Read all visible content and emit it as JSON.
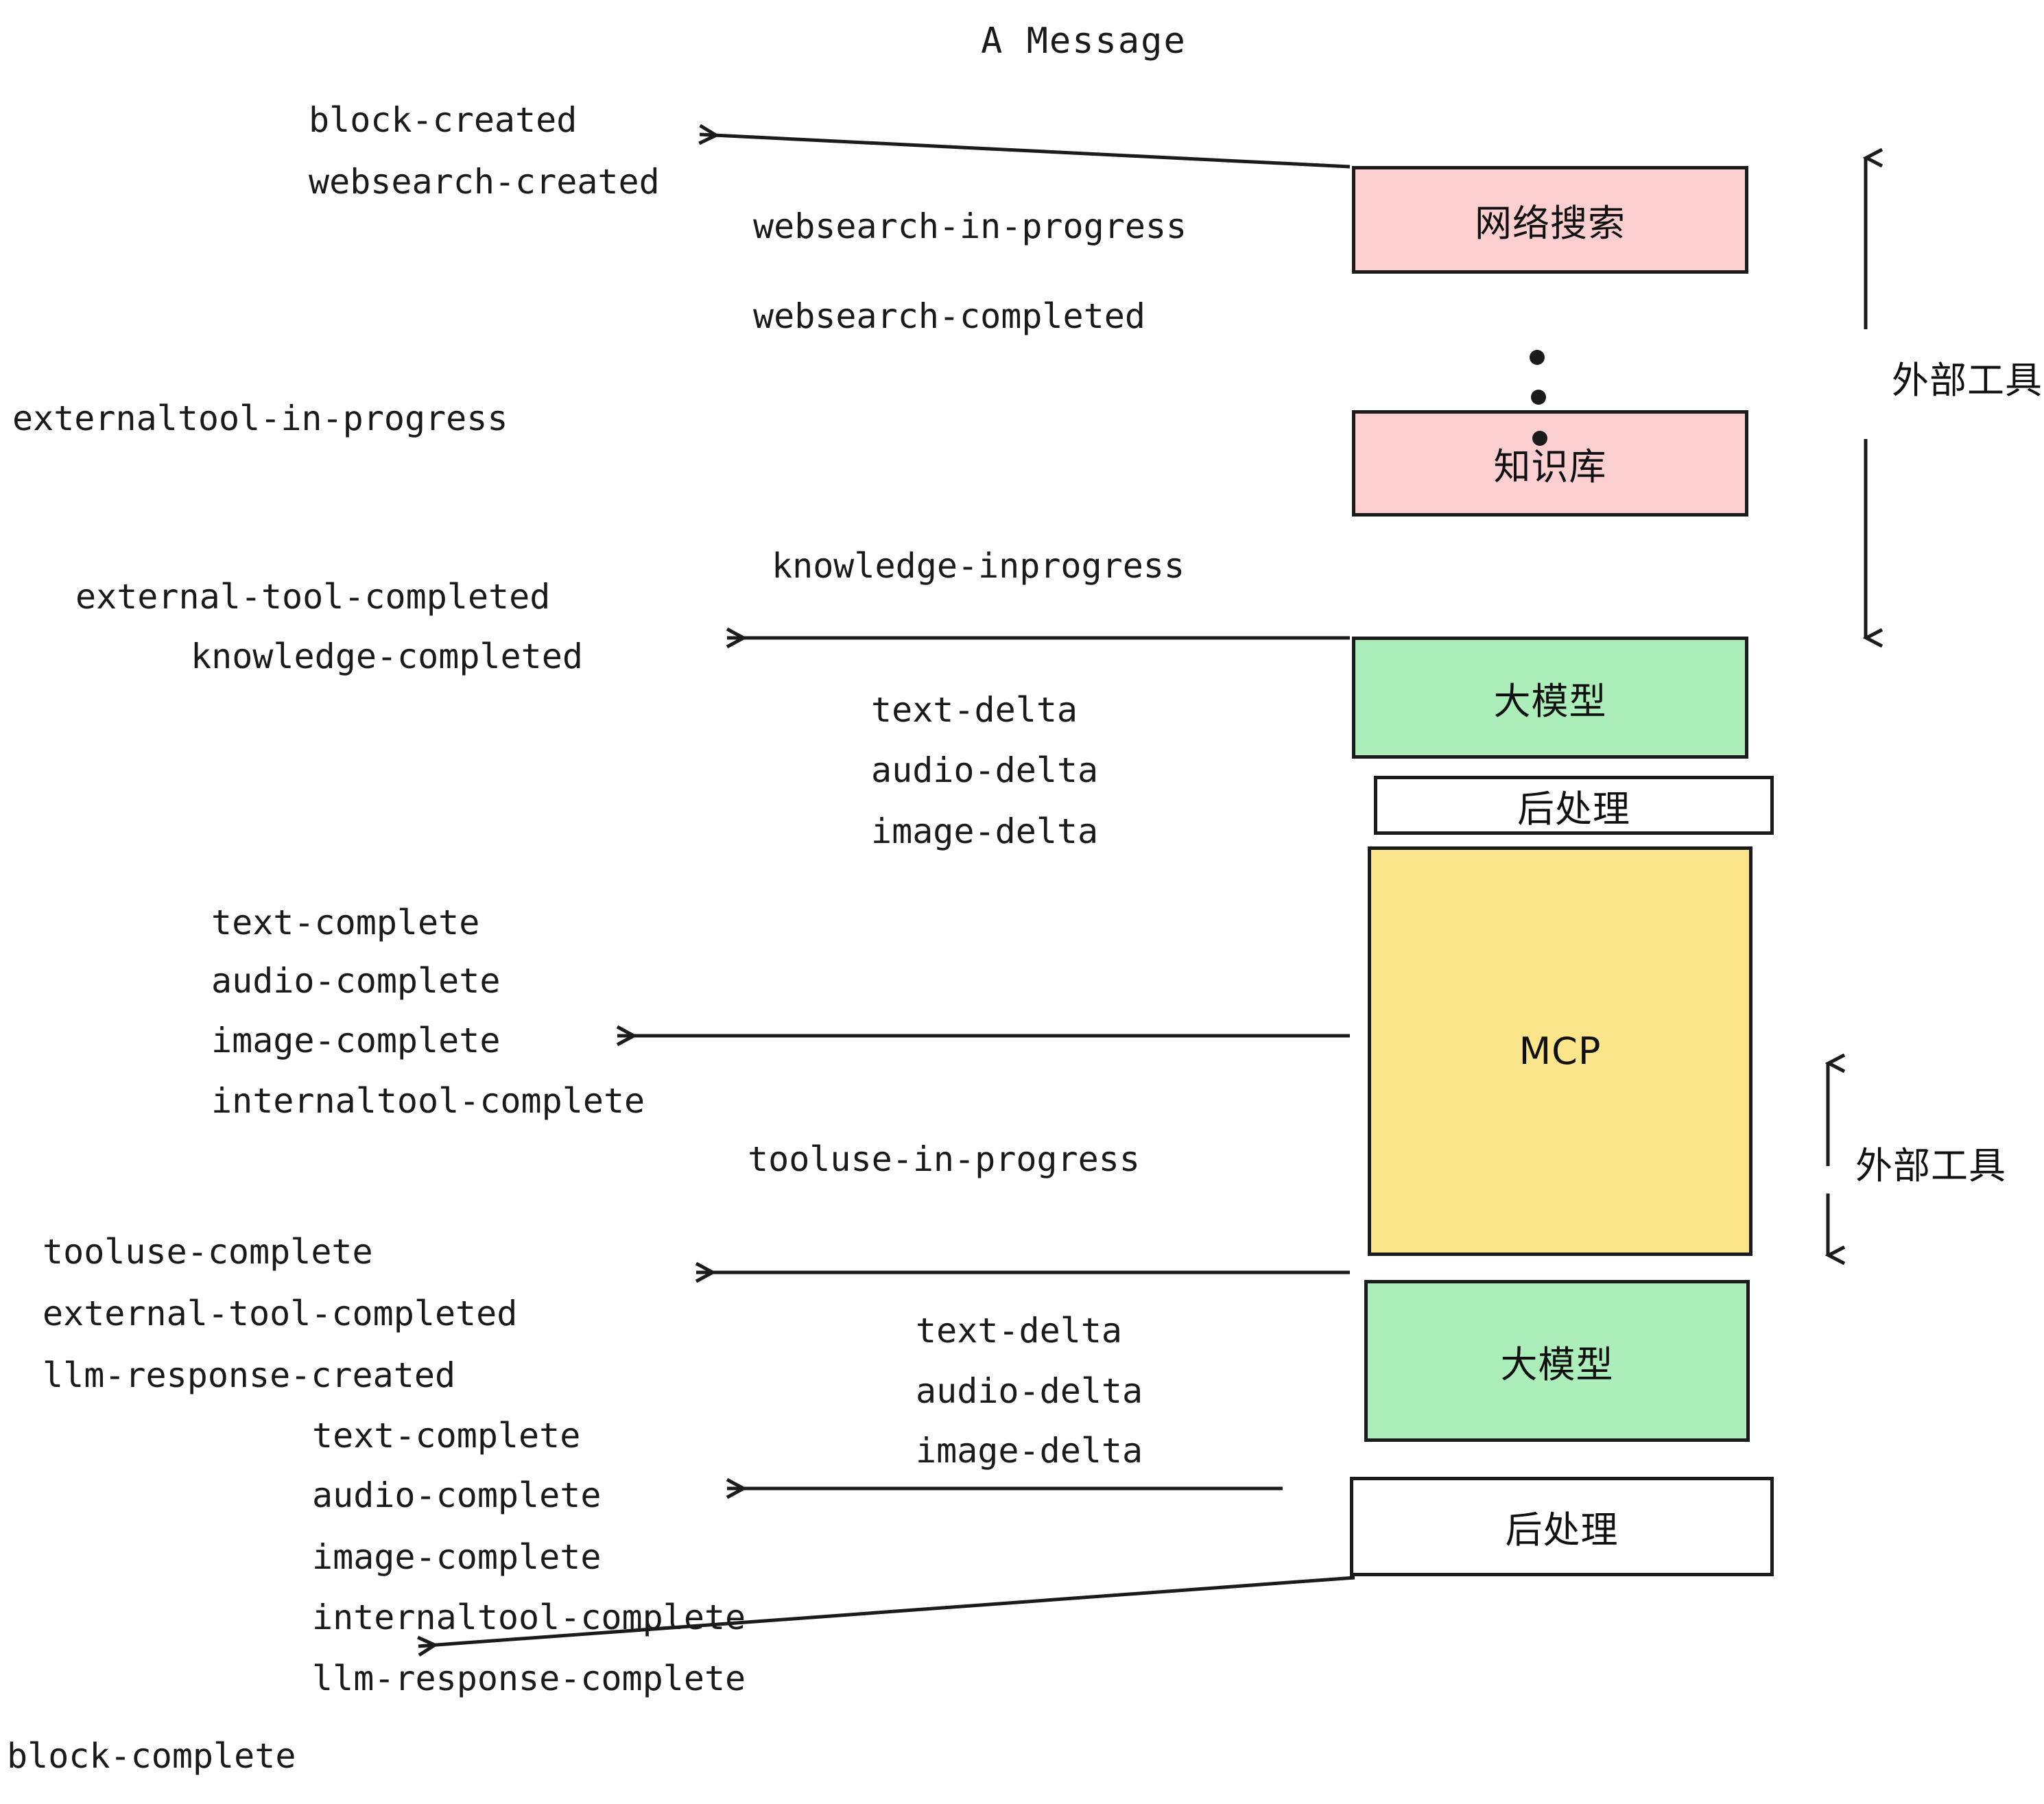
{
  "title": "A Message",
  "boxes": [
    {
      "label": "网络搜索",
      "color": "pink"
    },
    {
      "label": "知识库",
      "color": "pink"
    },
    {
      "label": "大模型",
      "color": "green"
    },
    {
      "label": "后处理",
      "color": "white"
    },
    {
      "label": "MCP",
      "color": "yellow"
    },
    {
      "label": "大模型",
      "color": "green"
    },
    {
      "label": "后处理",
      "color": "white"
    }
  ],
  "side_labels": {
    "external_tool_top": "外部工具",
    "external_tool_bottom": "外部工具"
  },
  "events": {
    "block_created": "block-created",
    "websearch_created": "websearch-created",
    "websearch_in_progress": "websearch-in-progress",
    "websearch_completed": "websearch-completed",
    "externaltool_in_progress": "externaltool-in-progress",
    "knowledge_inprogress": "knowledge-inprogress",
    "external_tool_completed_1": "external-tool-completed",
    "knowledge_completed": "knowledge-completed",
    "text_delta_1": "text-delta",
    "audio_delta_1": "audio-delta",
    "image_delta_1": "image-delta",
    "text_complete_1": "text-complete",
    "audio_complete_1": "audio-complete",
    "image_complete_1": "image-complete",
    "internaltool_complete_1": "internaltool-complete",
    "tooluse_in_progress": "tooluse-in-progress",
    "tooluse_complete": "tooluse-complete",
    "external_tool_completed_2": "external-tool-completed",
    "llm_response_created": "llm-response-created",
    "text_delta_2": "text-delta",
    "audio_delta_2": "audio-delta",
    "image_delta_2": "image-delta",
    "text_complete_2": "text-complete",
    "audio_complete_2": "audio-complete",
    "image_complete_2": "image-complete",
    "internaltool_complete_2": "internaltool-complete",
    "llm_response_complete": "llm-response-complete",
    "block_complete": "block-complete"
  },
  "colors": {
    "pink": "#fbcfcf",
    "green": "#abeeb9",
    "yellow": "#fbe58b",
    "white": "#ffffff",
    "stroke": "#1b1b1b",
    "text": "#1a1a1a"
  }
}
